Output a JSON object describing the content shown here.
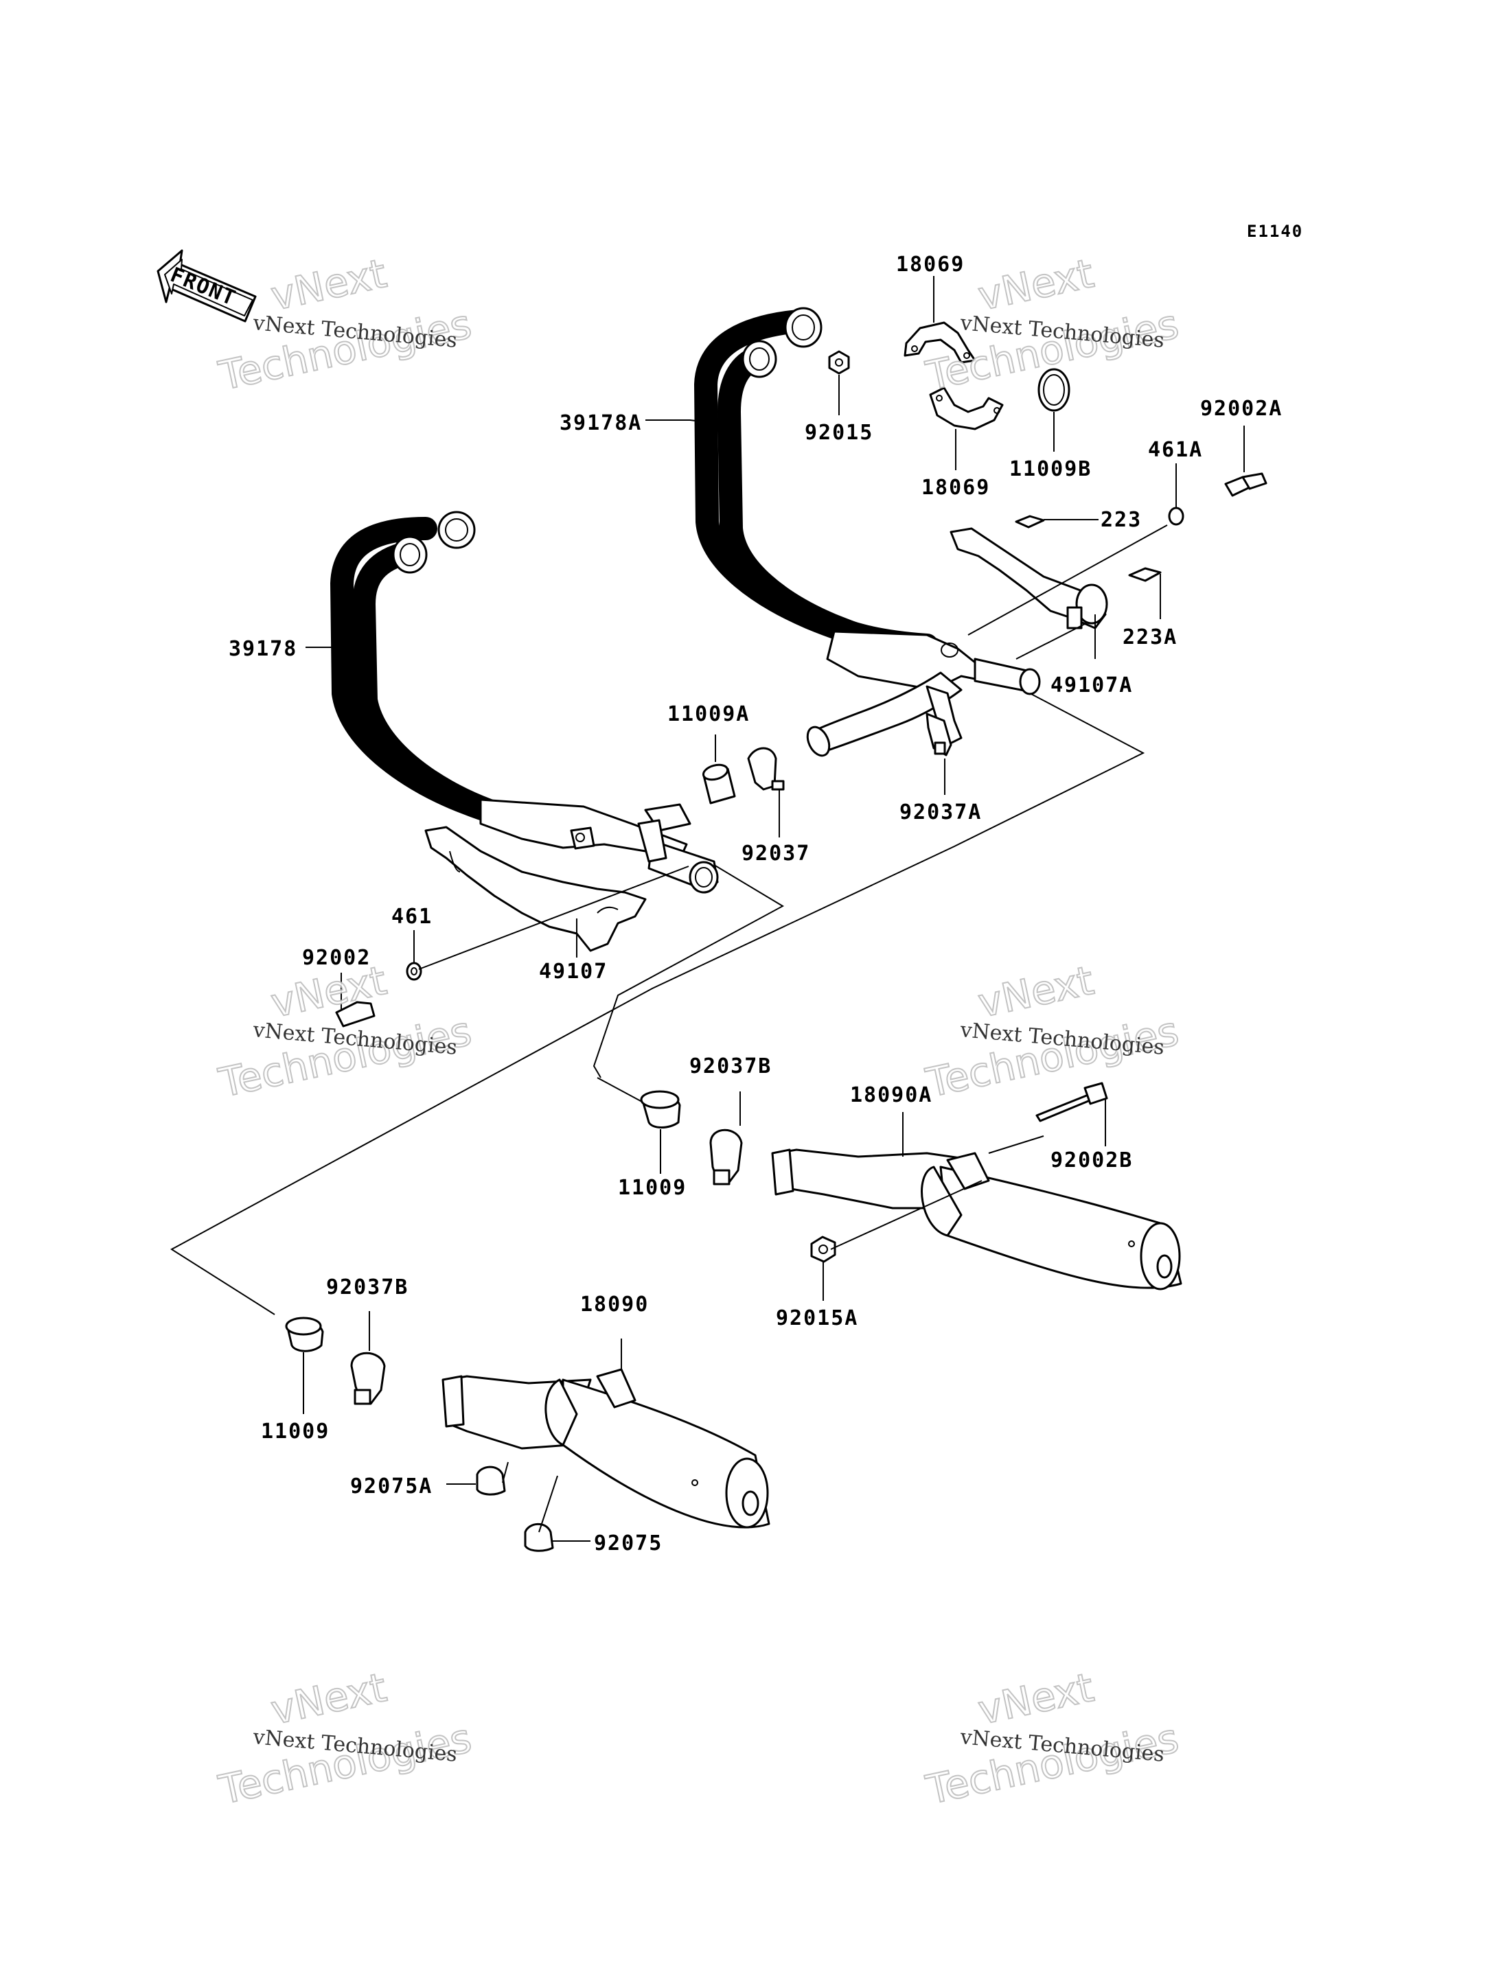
{
  "diagram_code": "E1140",
  "front_label": "FRONT",
  "watermark": {
    "line1": "vNext Technologies",
    "line2": "vNext",
    "line3": "Technologies"
  },
  "parts": {
    "p18069_top": "18069",
    "p18069_bottom": "18069",
    "p39178A": "39178A",
    "p92015": "92015",
    "p11009B": "11009B",
    "p92002A": "92002A",
    "p461A": "461A",
    "p223": "223",
    "p223A": "223A",
    "p49107A": "49107A",
    "p39178": "39178",
    "p11009A": "11009A",
    "p92037A": "92037A",
    "p92037": "92037",
    "p461": "461",
    "p92002": "92002",
    "p49107": "49107",
    "p92037B_right": "92037B",
    "p18090A": "18090A",
    "p92002B": "92002B",
    "p11009_right": "11009",
    "p92015A": "92015A",
    "p92037B_left": "92037B",
    "p18090": "18090",
    "p11009_left": "11009",
    "p92075A": "92075A",
    "p92075": "92075"
  }
}
